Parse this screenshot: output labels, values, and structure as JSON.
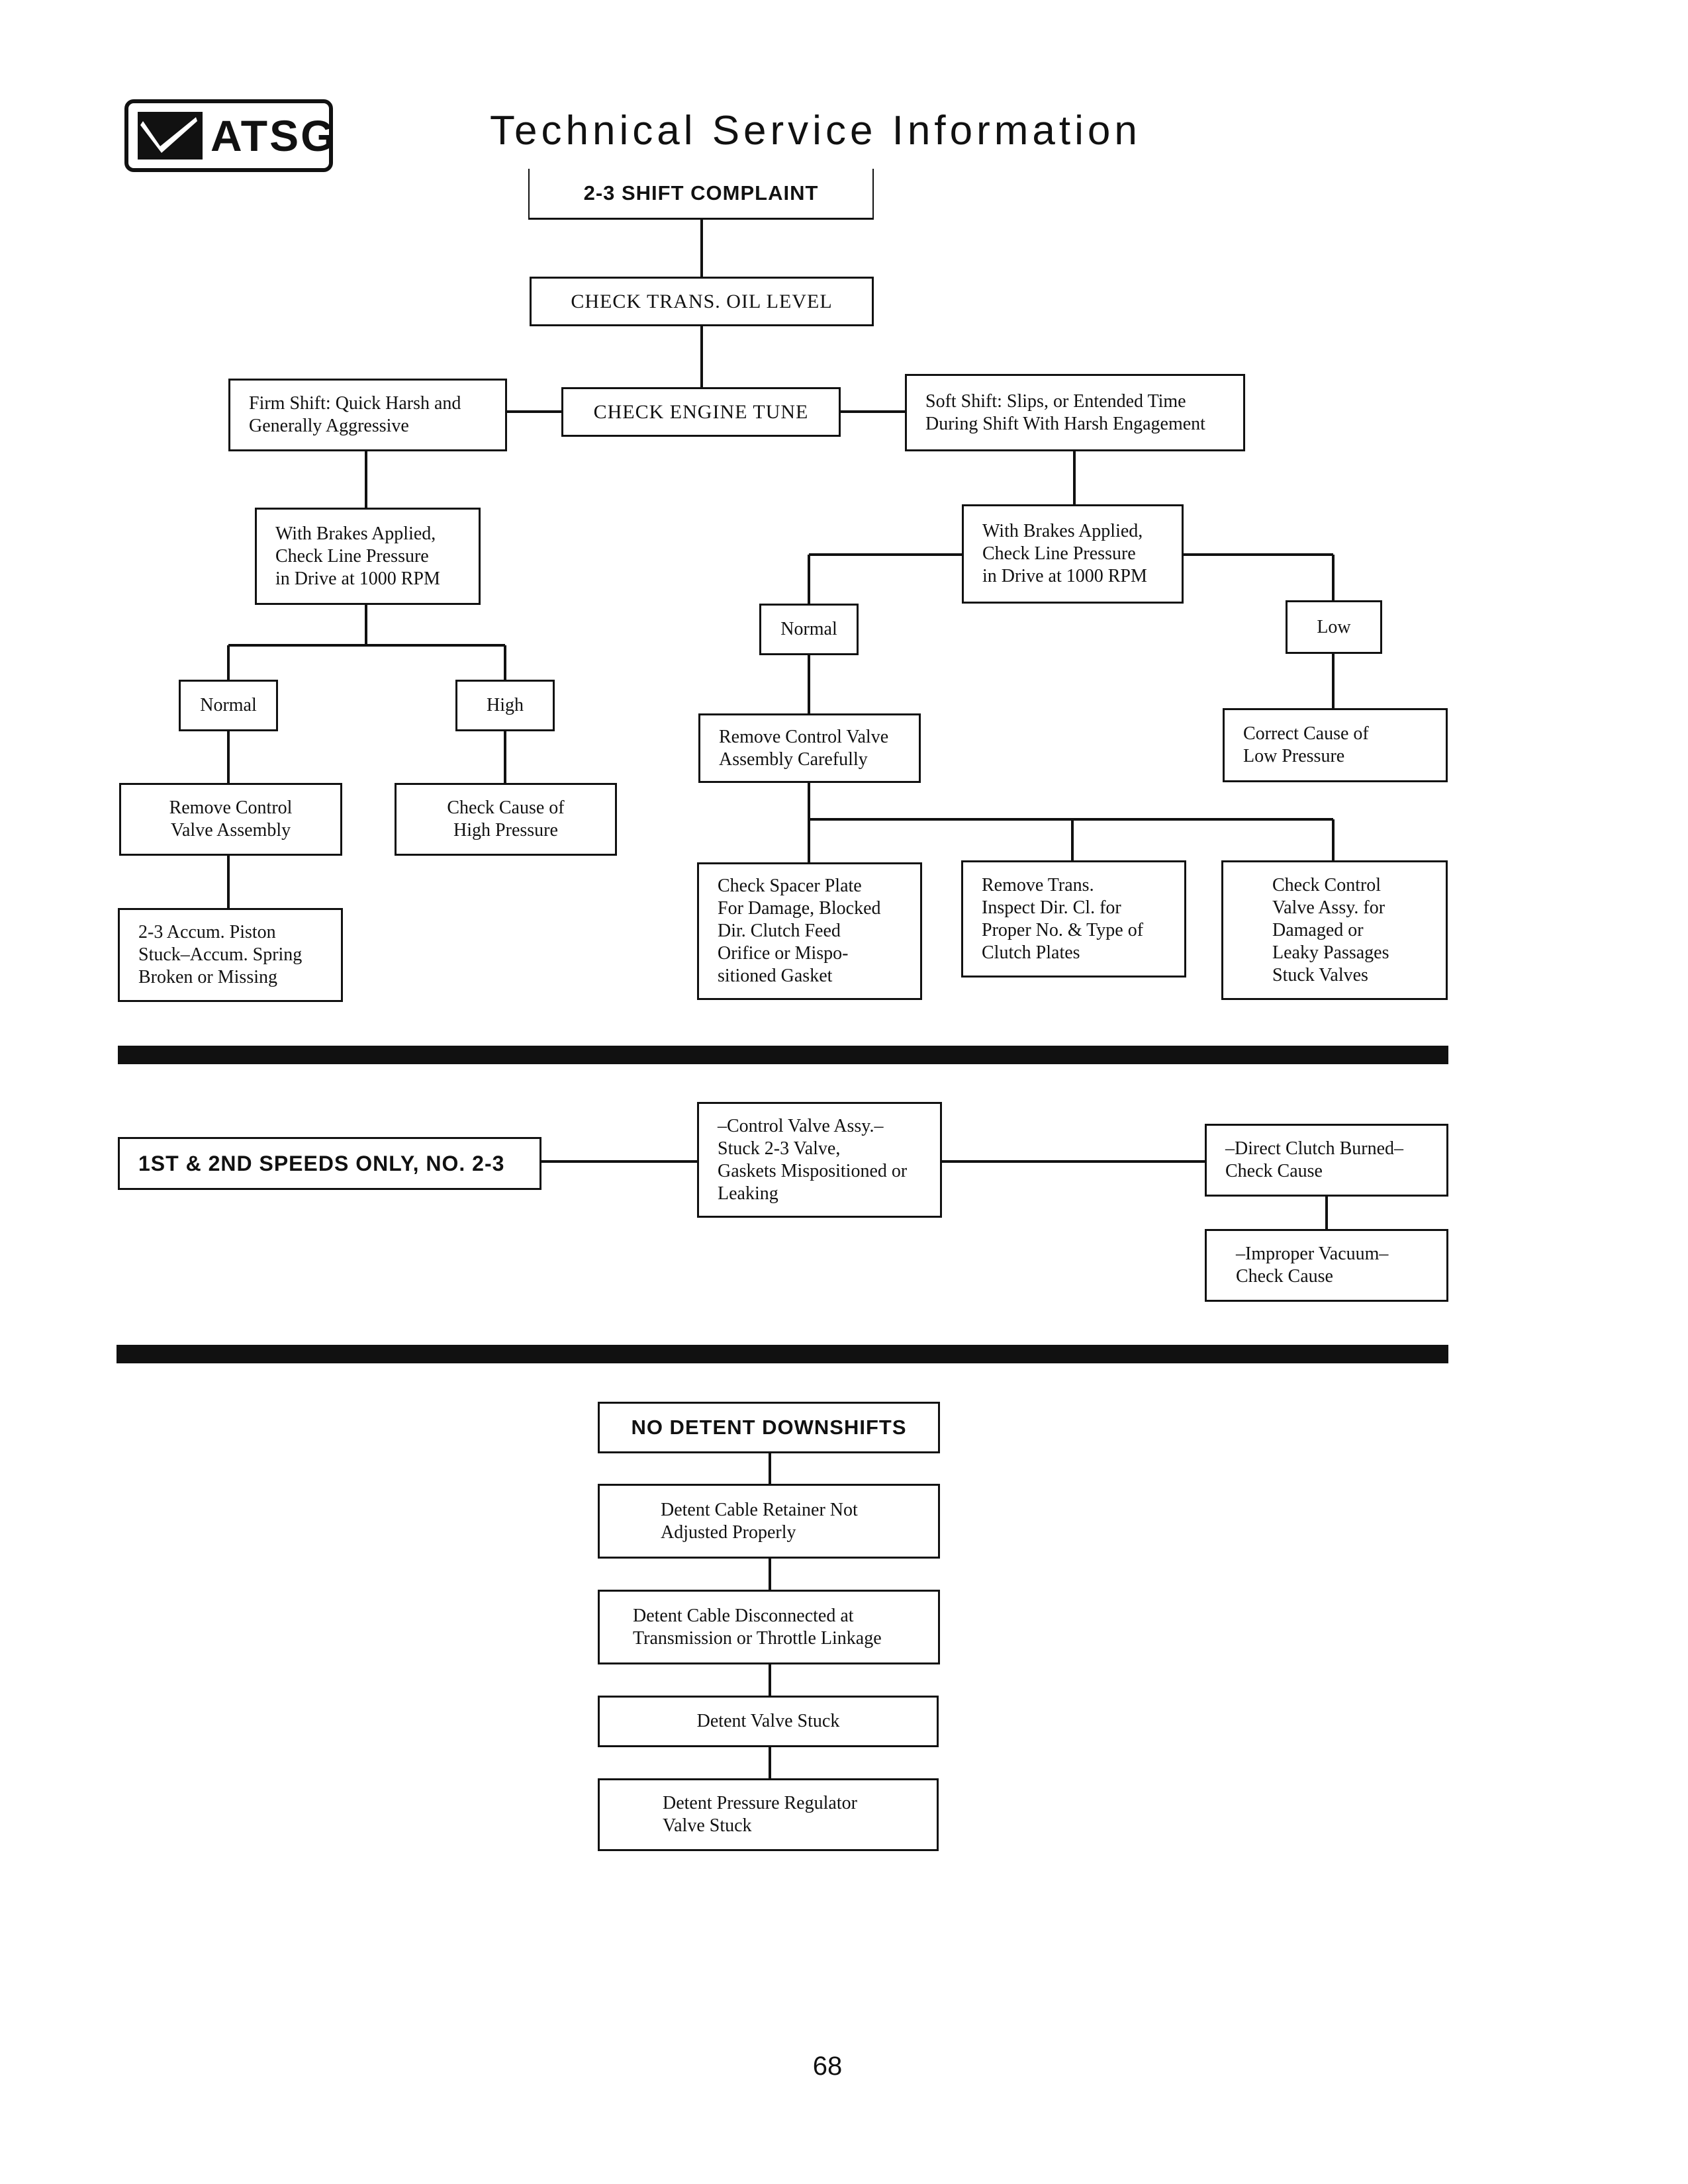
{
  "header": {
    "logo_text": "ATSG",
    "title": "Technical Service Information"
  },
  "flow_2_3": {
    "complaint": "2-3 SHIFT COMPLAINT",
    "check_oil": "CHECK TRANS. OIL LEVEL",
    "check_engine": "CHECK ENGINE TUNE",
    "firm_shift": "Firm Shift: Quick Harsh and\nGenerally Aggressive",
    "soft_shift": "Soft Shift: Slips, or Entended Time\nDuring Shift With Harsh Engagement",
    "left_line_pressure": "With Brakes Applied,\nCheck Line Pressure\nin Drive at 1000 RPM",
    "right_line_pressure": "With Brakes Applied,\nCheck Line Pressure\nin Drive at 1000 RPM",
    "left_normal": "Normal",
    "left_high": "High",
    "right_normal": "Normal",
    "right_low": "Low",
    "remove_control_valve": "Remove Control\nValve Assembly",
    "check_high_pressure": "Check Cause of\nHigh Pressure",
    "accum_piston": "2-3 Accum. Piston\nStuck–Accum. Spring\nBroken or Missing",
    "remove_cv_carefully": "Remove Control Valve\nAssembly Carefully",
    "correct_low_pressure": "Correct Cause of\nLow Pressure",
    "check_spacer_plate": "Check Spacer Plate\nFor Damage, Blocked\nDir. Clutch Feed\nOrifice or Mispo-\nsitioned Gasket",
    "remove_trans": "Remove Trans.\nInspect Dir. Cl. for\nProper No. & Type of\nClutch Plates",
    "check_cv_assy": "Check Control\nValve Assy. for\nDamaged or\nLeaky Passages\nStuck Valves"
  },
  "flow_speeds": {
    "title": "1ST & 2ND SPEEDS ONLY, NO. 2-3",
    "control_valve": "–Control Valve Assy.–\nStuck 2-3 Valve,\nGaskets Mispositioned or\nLeaking",
    "direct_clutch": "–Direct Clutch Burned–\nCheck Cause",
    "improper_vacuum": "–Improper Vacuum–\nCheck Cause"
  },
  "flow_detent": {
    "title": "NO DETENT DOWNSHIFTS",
    "retainer": "Detent Cable Retainer Not\nAdjusted Properly",
    "disconnected": "Detent Cable Disconnected at\nTransmission or Throttle Linkage",
    "valve_stuck": "Detent Valve Stuck",
    "regulator": "Detent Pressure Regulator\nValve Stuck"
  },
  "footer": {
    "page_number": "68"
  }
}
